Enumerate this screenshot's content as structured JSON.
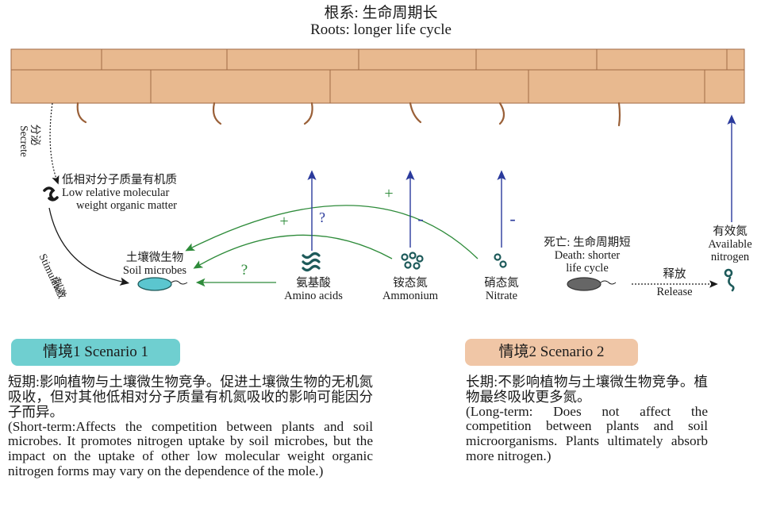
{
  "title": {
    "cn": "根系: 生命周期长",
    "en": "Roots: longer life cycle"
  },
  "left": {
    "secrete_cn": "分泌",
    "secrete_en": "Secrete",
    "stimulate_cn": "刺激",
    "stimulate_en": "Stimulate",
    "lmw_cn": "低相对分子质量有机质",
    "lmw_en1": "Low relative molecular",
    "lmw_en2": "weight organic matter"
  },
  "nodes": {
    "microbes_cn": "土壤微生物",
    "microbes_en": "Soil microbes",
    "amino_cn": "氨基酸",
    "amino_en": "Amino acids",
    "ammonium_cn": "铵态氮",
    "ammonium_en": "Ammonium",
    "nitrate_cn": "硝态氮",
    "nitrate_en": "Nitrate",
    "death_cn": "死亡: 生命周期短",
    "death_en1": "Death: shorter",
    "death_en2": "life cycle",
    "release_cn": "释放",
    "release_en": "Release",
    "available_cn": "有效氮",
    "available_en1": "Available",
    "available_en2": "nitrogen"
  },
  "signs": {
    "plus1": "+",
    "plus2": "+",
    "q_green": "?",
    "q_blue": "?",
    "minus1": "-",
    "minus2": "-"
  },
  "scenario1": {
    "label": "情境1 Scenario 1",
    "cn": "短期:影响植物与土壤微生物竞争。促进土壤微生物的无机氮吸收，但对其他低相对分子质量有机氮吸收的影响可能因分子而异。",
    "en": "(Short-term:Affects the competition between plants and soil microbes. It promotes nitrogen uptake by soil microbes, but the impact on the uptake of other low molecular weight organic nitrogen forms may vary on the dependence of the mole.)"
  },
  "scenario2": {
    "label": "情境2 Scenario 2",
    "cn": "长期:不影响植物与土壤微生物竞争。植物最终吸收更多氮。",
    "en": "(Long-term: Does not affect the competition between plants and soil microorganisms. Plants ultimately absorb more nitrogen.)"
  },
  "colors": {
    "brick": "#e8b98f",
    "brick_line": "#a06a45",
    "root": "#9a6038",
    "green": "#2e8b3a",
    "blue": "#2a3a9c",
    "teal": "#1d5a5a",
    "microbe": "#5bc6cf",
    "dead": "#666666",
    "badge1": "#6fcfd0",
    "badge2": "#f0c6a6"
  }
}
